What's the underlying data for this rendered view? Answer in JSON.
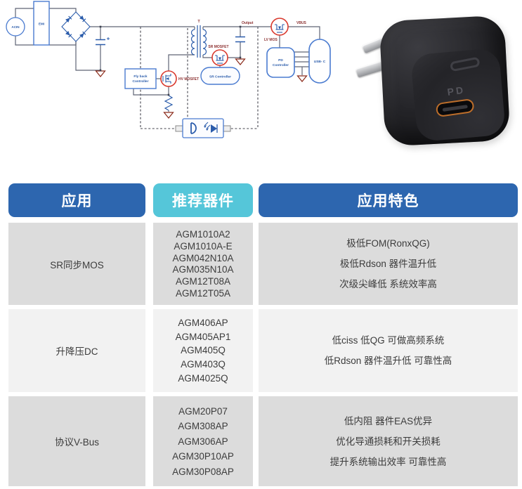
{
  "schematic": {
    "acin": "ACIN",
    "emi": "EMI",
    "flyback_line1": "Fly back",
    "flyback_line2": "Controller",
    "hv_mosfet": "HV MOSFET",
    "transformer": "T",
    "sr_mosfet": "SR MOSFET",
    "sr_controller": "SR Controller",
    "output": "Output",
    "lv_mos": "LV  MOS",
    "vbus": "VBUS",
    "pd_line1": "PD",
    "pd_line2": "Controller",
    "usb_c": "USB- C"
  },
  "charger": {
    "pd_label": "PD"
  },
  "table": {
    "headers": [
      "应用",
      "推荐器件",
      "应用特色"
    ],
    "rows": [
      {
        "application": "SR同步MOS",
        "devices": [
          "AGM1010A2",
          "AGM1010A-E",
          "AGM042N10A",
          "AGM035N10A",
          "AGM12T08A",
          "AGM12T05A"
        ],
        "features": [
          "极低FOM(RonxQG)",
          "极低Rdson 器件温升低",
          "次级尖峰低 系统效率高"
        ]
      },
      {
        "application": "升降压DC",
        "devices": [
          "AGM406AP",
          "AGM405AP1",
          "AGM405Q",
          "AGM403Q",
          "AGM4025Q"
        ],
        "features": [
          "低ciss 低QG 可做高频系统",
          "低Rdson 器件温升低 可靠性高"
        ]
      },
      {
        "application": "协议V-Bus",
        "devices": [
          "AGM20P07",
          "AGM308AP",
          "AGM306AP",
          "AGM30P10AP",
          "AGM30P08AP"
        ],
        "features": [
          "低内阻 器件EAS优异",
          "优化导通损耗和开关损耗",
          "提升系统输出效率 可靠性高"
        ]
      }
    ]
  },
  "colors": {
    "header_blue": "#2d66af",
    "header_cyan": "#55c6d9",
    "row_dark": "#dcdcdc",
    "row_light": "#f2f2f2",
    "schematic_blue": "#2b5cab",
    "schematic_label_red": "#8b3030",
    "ground_red": "#8b2a1a",
    "highlight_red": "#d9392e",
    "port_orange": "#bd6e2a"
  }
}
